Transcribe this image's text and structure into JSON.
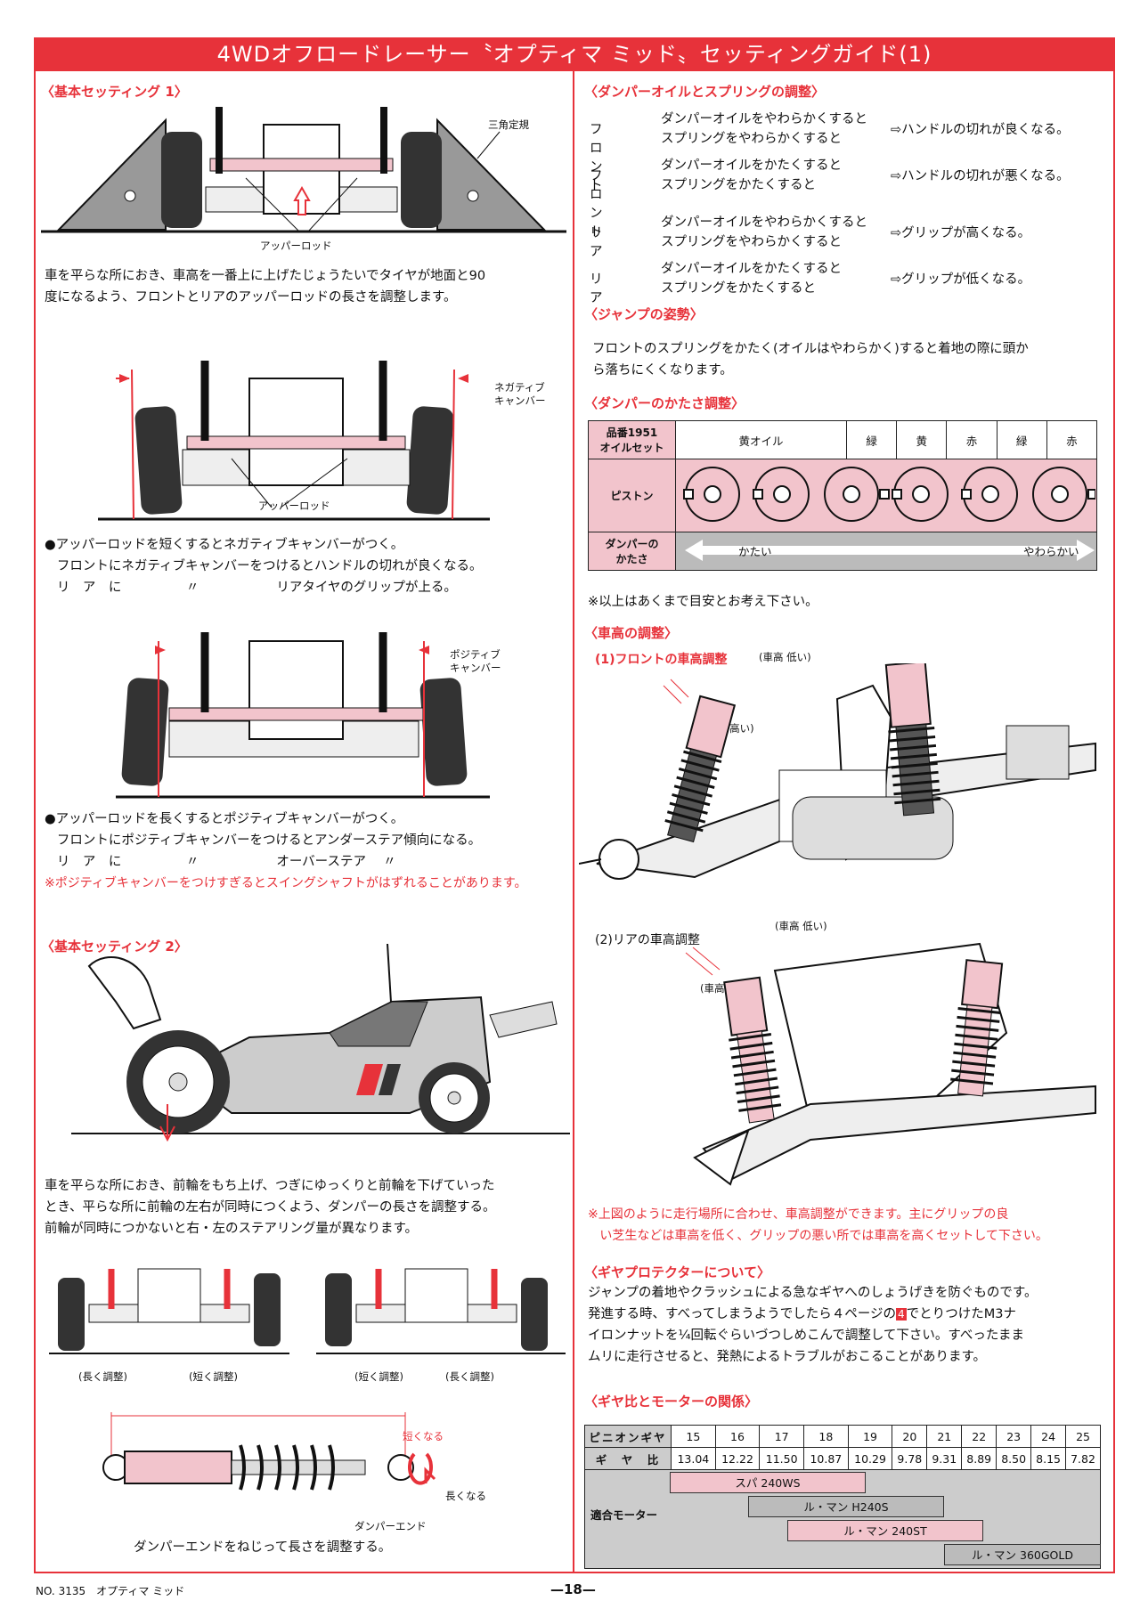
{
  "title": "4WDオフロードレーサー〝オプティマ ミッド〟セッティングガイド(1)",
  "left": {
    "sec1_heading": "〈基本セッティング 1〉",
    "sec1_label_triangle": "三角定規",
    "sec1_label_rod": "アッパーロッド",
    "sec1_text": "車を平らな所におき、車高を一番上に上げたじょうたいでタイヤが地面と90\n度になるよう、フロントとリアのアッパーロッドの長さを調整します。",
    "diag2_label_neg": "ネガティブ\nキャンバー",
    "diag2_label_rod": "アッパーロッド",
    "neg_text": "●アッパーロッドを短くするとネガティブキャンバーがつく。\n   フロントにネガティブキャンバーをつけるとハンドルの切れが良くなる。\n   リ　ア　に　　　　　〃　　　　　　リアタイヤのグリップが上る。",
    "diag3_label_pos": "ポジティブ\nキャンバー",
    "pos_text": "●アッパーロッドを長くするとポジティブキャンバーがつく。\n   フロントにポジティブキャンバーをつけるとアンダーステア傾向になる。\n   リ　ア　に　　　　　〃　　　　　　オーバーステア　 〃",
    "pos_note": "※ポジティブキャンバーをつけすぎるとスイングシャフトがはずれることがあります。",
    "sec2_heading": "〈基本セッティング 2〉",
    "sec2_text": "車を平らな所におき、前輪をもち上げ、つぎにゆっくりと前輪を下げていった\nとき、平らな所に前輪の左右が同時につくよう、ダンパーの長さを調整する。\n前輪が同時につかないと右・左のステアリング量が異なります。",
    "adj_labels": [
      "(長く調整)",
      "(短く調整)",
      "(短く調整)",
      "(長く調整)"
    ],
    "shock_short": "短くなる",
    "shock_long": "長くなる",
    "shock_end": "ダンパーエンド",
    "shock_caption": "ダンパーエンドをねじって長さを調整する。"
  },
  "right": {
    "oil_heading": "〈ダンパーオイルとスプリングの調整〉",
    "oil_rows": [
      {
        "pos": "フロント",
        "a": "ダンパーオイルをやわらかくすると",
        "b": "スプリングをやわらかくすると",
        "result": "⇨ハンドルの切れが良くなる。"
      },
      {
        "pos": "フロント",
        "a": "ダンパーオイルをかたくすると",
        "b": "スプリングをかたくすると",
        "result": "⇨ハンドルの切れが悪くなる。"
      },
      {
        "pos": "リ　　ア",
        "a": "ダンパーオイルをやわらかくすると",
        "b": "スプリングをやわらかくすると",
        "result": "⇨グリップが高くなる。"
      },
      {
        "pos": "リ　　ア",
        "a": "ダンパーオイルをかたくすると",
        "b": "スプリングをかたくすると",
        "result": "⇨グリップが低くなる。"
      }
    ],
    "jump_heading": "〈ジャンプの姿勢〉",
    "jump_text": "フロントのスプリングをかたく(オイルはやわらかく)すると着地の際に頭か\nら落ちにくくなります。",
    "hard_heading": "〈ダンパーのかたさ調整〉",
    "table_oilset": "品番1951\nオイルセット",
    "table_oils": [
      "黄オイル",
      "緑",
      "黄",
      "赤",
      "緑",
      "赤"
    ],
    "table_piston": "ピストン",
    "table_hardness": "ダンパーの\nかたさ",
    "table_hard": "かたい",
    "table_soft": "やわらかい",
    "table_note": "※以上はあくまで目安とお考え下さい。",
    "height_heading": "〈車高の調整〉",
    "front_height": "(1)フロントの車高調整",
    "low": "(車高 低い)",
    "high": "(車高 高い)",
    "rear_height": "(2)リアの車高調整",
    "height_note": "※上図のように走行場所に合わせ、車高調整ができます。主にグリップの良\n   い芝生などは車高を低く、グリップの悪い所では車高を高くセットして下さい。",
    "gear_heading": "〈ギヤプロテクターについて〉",
    "gear_text_1": "ジャンプの着地やクラッシュによる急なギヤへのしょうげきを防ぐものです。",
    "gear_text_2a": "発進する時、すべってしまうようでしたら４ページの",
    "gear_text_2num": "4",
    "gear_text_2b": "でとりつけたM3ナ",
    "gear_text_3": "イロンナットを¼回転ぐらいづつしめこんで調整して下さい。すべったまま",
    "gear_text_4": "ムリに走行させると、発熱によるトラブルがおこることがあります。",
    "ratio_heading": "〈ギヤ比とモーターの関係〉",
    "pinion_label": "ピニオンギヤ",
    "pinion": [
      "15",
      "16",
      "17",
      "18",
      "19",
      "20",
      "21",
      "22",
      "23",
      "24",
      "25"
    ],
    "ratio_label": "ギ　ヤ　比",
    "ratios": [
      "13.04",
      "12.22",
      "11.50",
      "10.87",
      "10.29",
      "9.78",
      "9.31",
      "8.89",
      "8.50",
      "8.15",
      "7.82"
    ],
    "motor_label": "適合モーター",
    "motors": [
      {
        "name": "スパ 240WS",
        "from": 0,
        "to": 5
      },
      {
        "name": "ル・マン H240S",
        "from": 2,
        "to": 7
      },
      {
        "name": "ル・マン 240ST",
        "from": 3,
        "to": 8
      },
      {
        "name": "ル・マン 360GOLD",
        "from": 7,
        "to": 11
      }
    ]
  },
  "footer": {
    "left": "NO. 3135　オプティマ ミッド",
    "page": "—18—"
  },
  "colors": {
    "accent": "#e7323a",
    "pink": "#f2c4cc",
    "grey": "#bbbbbb"
  }
}
